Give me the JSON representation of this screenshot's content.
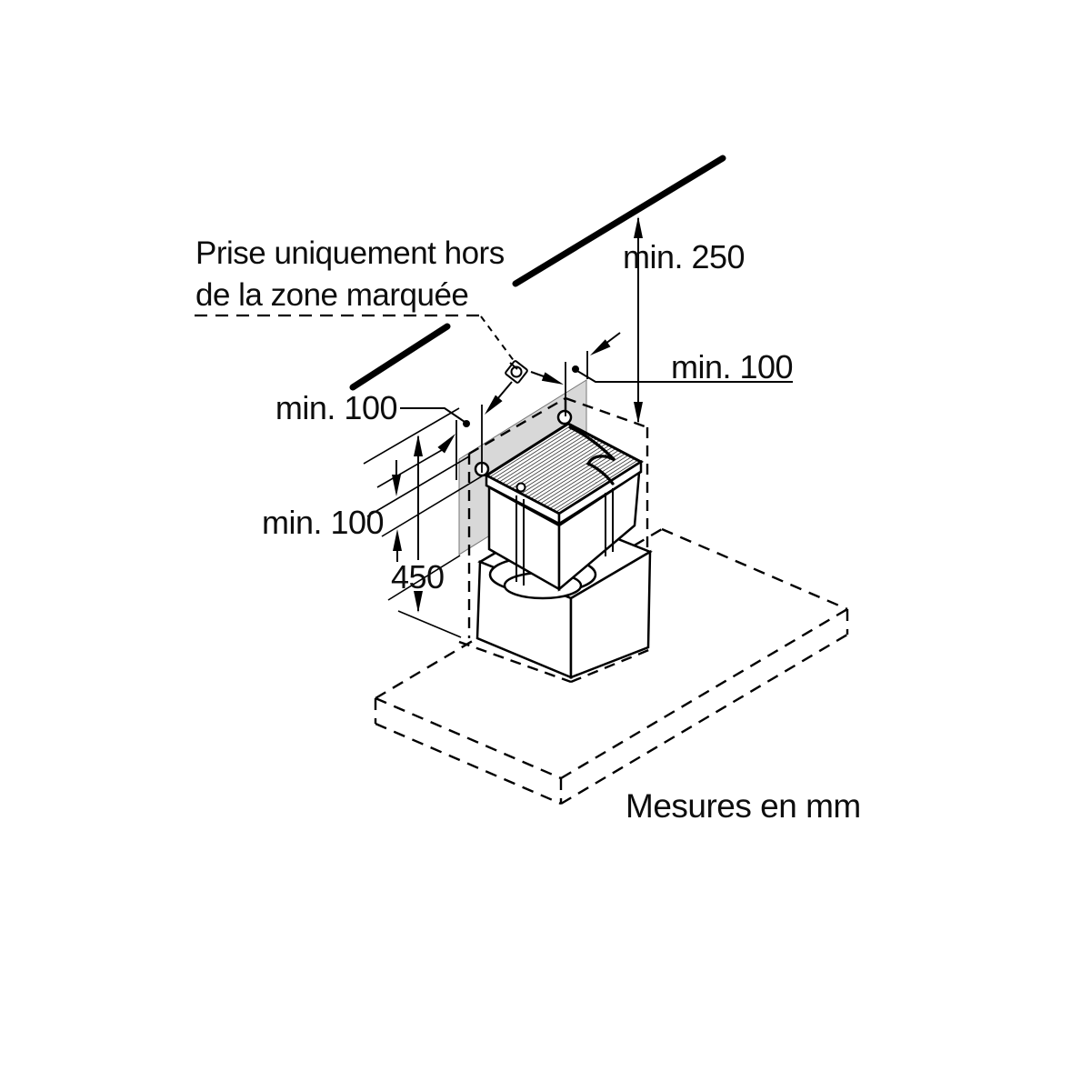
{
  "diagram": {
    "note": {
      "line1": "Prise uniquement hors",
      "line2": "de la zone marquée"
    },
    "dimensions": {
      "to_ceiling": "min. 250",
      "side_clearance_right": "min. 100",
      "side_clearance_left": "min. 100",
      "below_hood_clearance": "min. 100",
      "height_above_worktop": "450"
    },
    "footer": {
      "units_note": "Mesures en mm"
    },
    "icons": {
      "socket": "power-socket-icon"
    },
    "colors": {
      "line": "#000000",
      "wall_panel": "#d8d8d8",
      "background": "#ffffff",
      "text": "#0d0d0d"
    }
  }
}
